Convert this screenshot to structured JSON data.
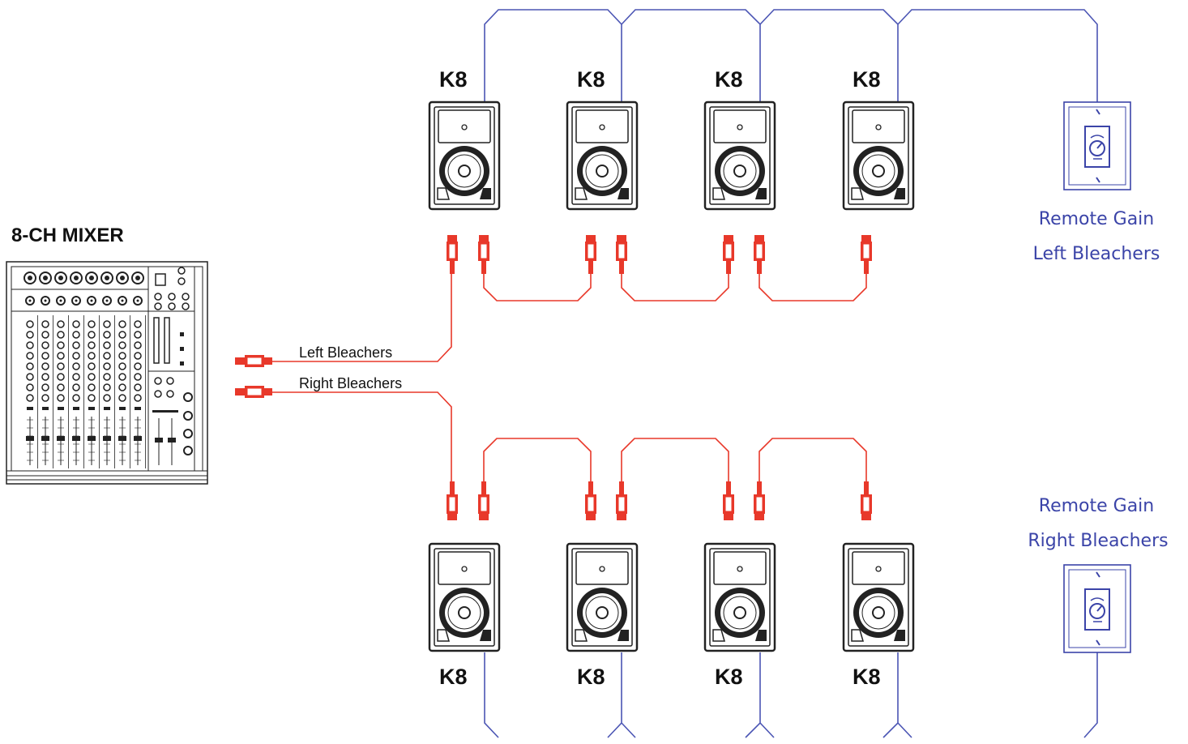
{
  "mixer": {
    "title": "8-CH MIXER"
  },
  "speaker_label": "K8",
  "cables": {
    "left": "Left Bleachers",
    "right": "Right Bleachers"
  },
  "remote_left": {
    "line1": "Remote Gain",
    "line2": "Left Bleachers"
  },
  "remote_right": {
    "line1": "Remote Gain",
    "line2": "Right Bleachers"
  },
  "colors": {
    "signal_cable": "#e8382a",
    "control_cable": "#4b55b4",
    "remote_text": "#3b44a8",
    "device": "#222222"
  }
}
